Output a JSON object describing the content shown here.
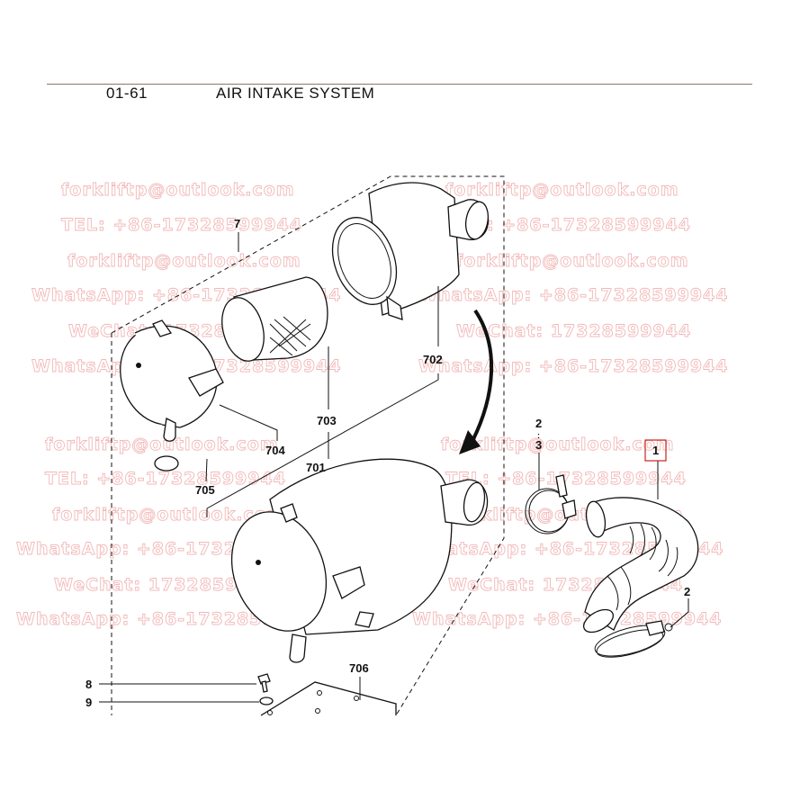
{
  "header": {
    "page_code": "01-61",
    "title": "AIR INTAKE SYSTEM"
  },
  "callouts": {
    "c7": "7",
    "c702": "702",
    "c703": "703",
    "c704": "704",
    "c701": "701",
    "c705": "705",
    "c706": "706",
    "c8": "8",
    "c9": "9",
    "c2a": "2",
    "c3": "3",
    "c1": "1",
    "c2b": "2"
  },
  "watermark": {
    "email": "forkliftp@outlook.com",
    "tel": "TEL: +86-17328599944",
    "whatsapp": "WhatsApp: +86-17328599944",
    "wechat": "WeChat: 17328599944"
  },
  "highlight_color": "#cc2222"
}
